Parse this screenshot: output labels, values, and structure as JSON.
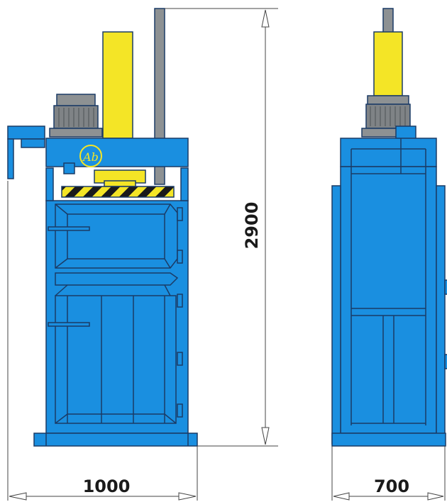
{
  "drawing": {
    "views": [
      {
        "view": "front",
        "dimension_label": "1000"
      },
      {
        "view": "side",
        "dimension_label": "700"
      }
    ],
    "height_dimension_label": "2900",
    "logo_text": "Ab"
  },
  "colors": {
    "body_blue": "#1a8fe0",
    "outline": "#1b3b66",
    "cylinder_yellow": "#f4e526",
    "motor_gray": "#8d9193",
    "hazard_black": "#1a1a1a"
  }
}
